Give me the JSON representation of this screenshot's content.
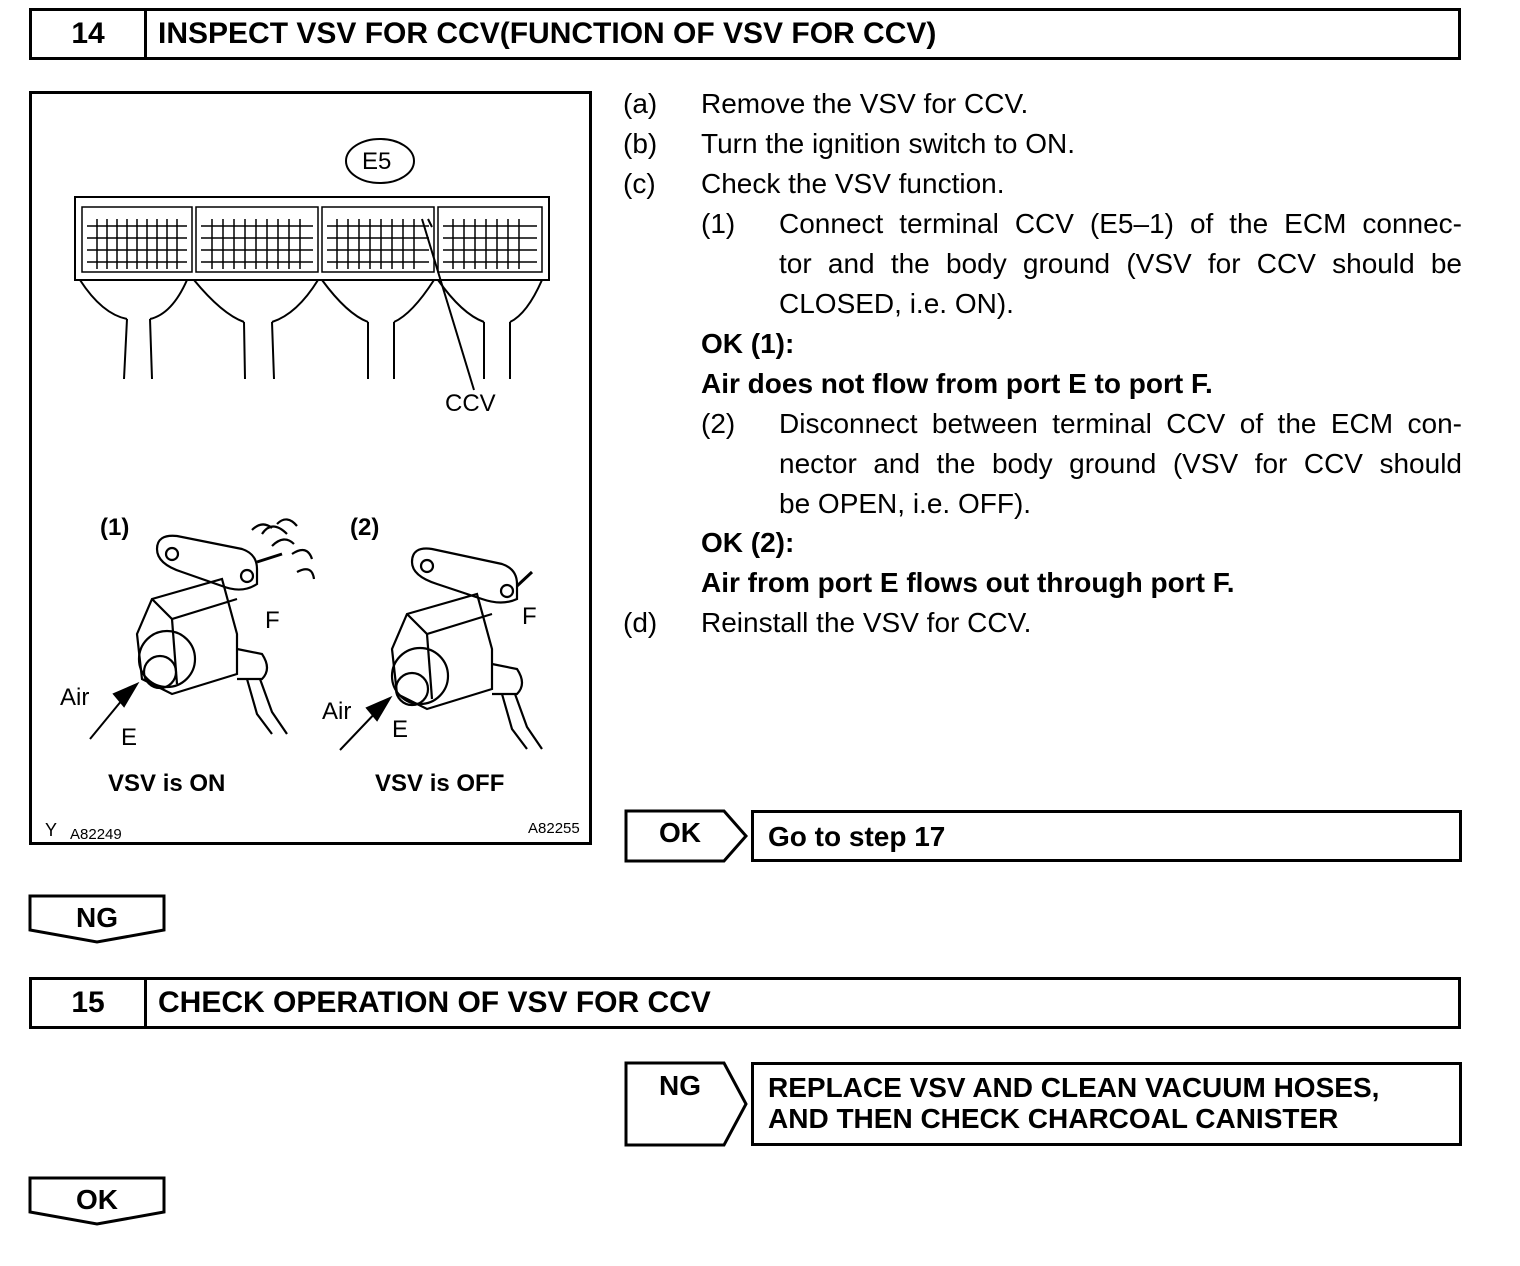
{
  "step14": {
    "number": "14",
    "title": "INSPECT VSV FOR CCV(FUNCTION OF VSV FOR CCV)"
  },
  "figure": {
    "connector_label": "E5",
    "terminal_label": "CCV",
    "panel1_num": "(1)",
    "panel2_num": "(2)",
    "air_label": "Air",
    "port_e": "E",
    "port_f": "F",
    "caption_on": "VSV is ON",
    "caption_off": "VSV is OFF",
    "code_y": "Y",
    "code_left": "A82249",
    "code_right": "A82255"
  },
  "instructions": {
    "a_mark": "(a)",
    "a_text": "Remove the VSV for CCV.",
    "b_mark": "(b)",
    "b_text": "Turn the ignition switch to ON.",
    "c_mark": "(c)",
    "c_text": "Check the VSV function.",
    "c1_mark": "(1)",
    "c1_line1": "Connect terminal CCV (E5–1) of the ECM connec-",
    "c1_line2": "tor and the body ground (VSV for CCV should be",
    "c1_line3": "CLOSED, i.e. ON).",
    "ok1_head": "OK (1):",
    "ok1_text": "Air does not flow from port E to port F.",
    "c2_mark": "(2)",
    "c2_line1": "Disconnect between terminal CCV of the ECM con-",
    "c2_line2": "nector and the body ground (VSV for CCV should",
    "c2_line3": "be OPEN, i.e. OFF).",
    "ok2_head": "OK (2):",
    "ok2_text": "Air from port E flows out through port F.",
    "d_mark": "(d)",
    "d_text": "Reinstall the VSV for CCV."
  },
  "result_ok": {
    "label": "OK",
    "text": "Go to step 17"
  },
  "branch_ng": {
    "label": "NG"
  },
  "step15": {
    "number": "15",
    "title": "CHECK OPERATION OF VSV FOR CCV"
  },
  "result_ng": {
    "label": "NG",
    "line1": "REPLACE VSV AND CLEAN VACUUM HOSES,",
    "line2": "AND THEN CHECK CHARCOAL CANISTER"
  },
  "branch_ok": {
    "label": "OK"
  }
}
